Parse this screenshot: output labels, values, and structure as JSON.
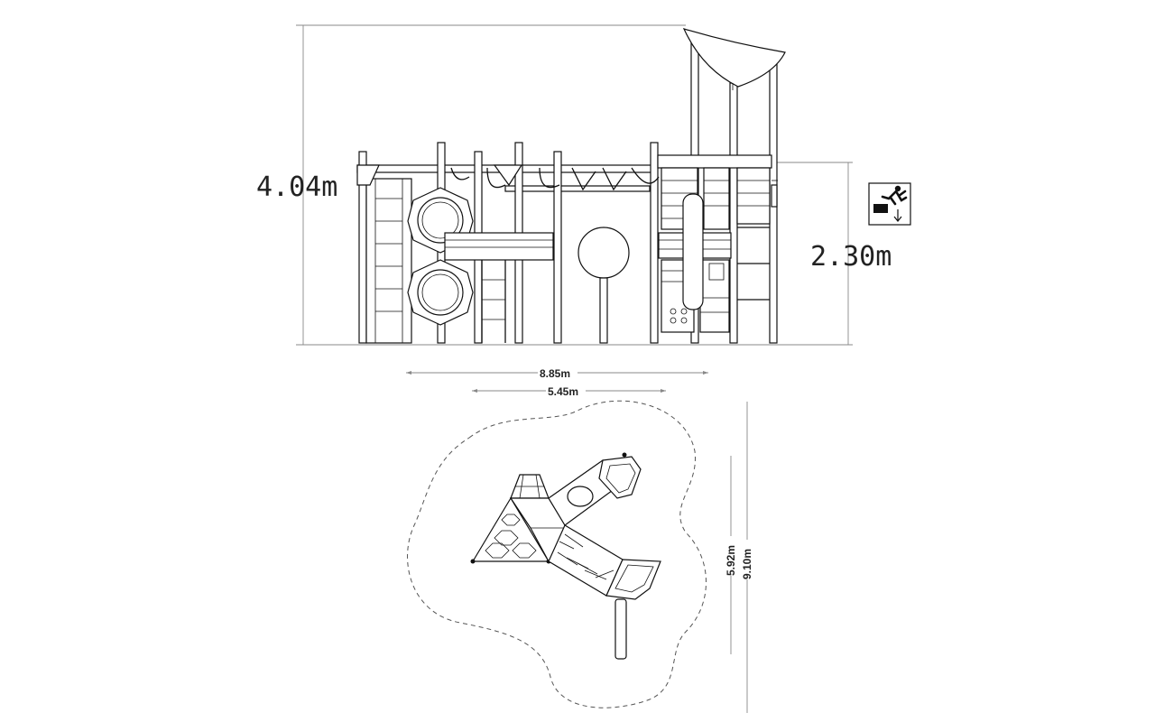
{
  "elevation_view": {
    "total_height": "4.04m",
    "platform_height": "2.30m",
    "fall_icon": "fall-height-icon"
  },
  "plan_view": {
    "overall_length": "8.85m",
    "equipment_length": "5.45m",
    "equipment_width": "5.92m",
    "overall_width": "9.10m"
  }
}
